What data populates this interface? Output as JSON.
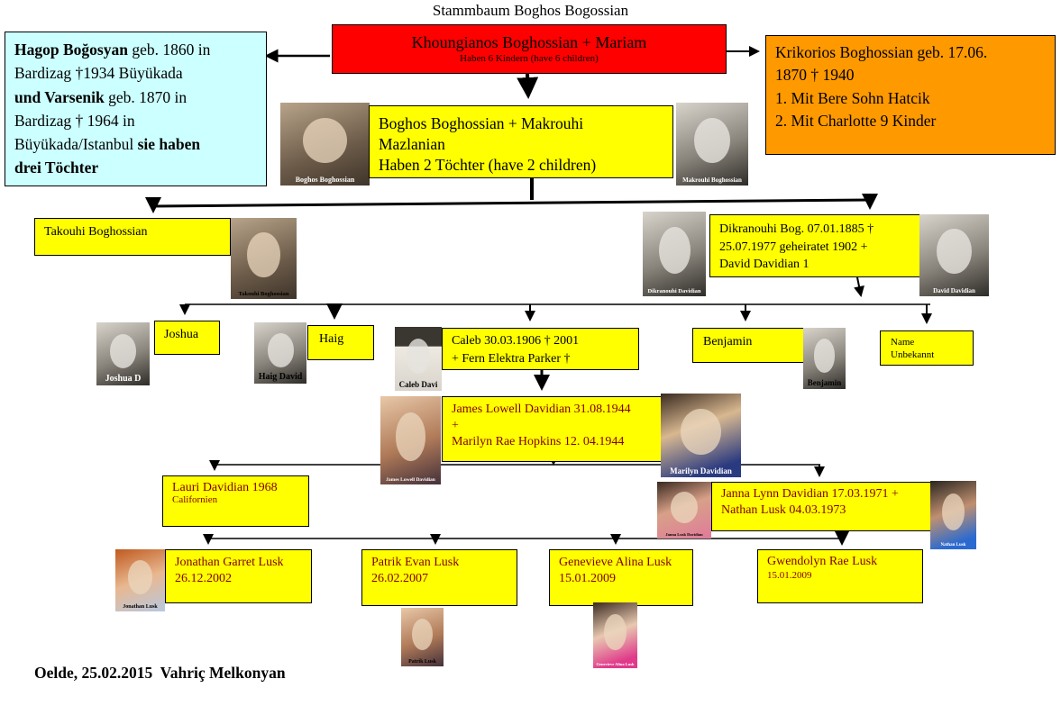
{
  "title": "Stammbaum Boghos Bogossian",
  "root": {
    "name": "Khoungianos Boghossian + Mariam",
    "note": "Haben 6 Kindern (have 6 children)"
  },
  "left_sibling": {
    "l1_bold": "Hagop Boğosyan",
    "l1": " geb. 1860 in",
    "l2": "Bardizag  †1934 Büyükada",
    "l3_bold": "und Varsenik",
    "l3": " geb. 1870 in",
    "l4": "Bardizag † 1964 in",
    "l5": "Büyükada/Istanbul ",
    "l5_bold": "sie haben",
    "l6_bold": "drei Töchter"
  },
  "right_sibling": {
    "l1": "Krikorios Boghossian geb. 17.06.",
    "l2": "1870  † 1940",
    "l3": "1. Mit Bere Sohn Hatcik",
    "l4": "2. Mit Charlotte  9 Kinder"
  },
  "boghos": {
    "l1": "Boghos Boghossian + Makrouhi",
    "l2": "Mazlanian",
    "l3": "Haben 2 Töchter (have 2 children)"
  },
  "takouhi": {
    "name": "Takouhi Boghossian"
  },
  "dikranouhi": {
    "l1": "Dikranouhi Bog. 07.01.1885 †",
    "l2": "25.07.1977 geheiratet  1902 +",
    "l3": "David Davidian 1"
  },
  "children_gen3": {
    "joshua": "Joshua",
    "haig": "Haig",
    "caleb_l1": "Caleb 30.03.1906 † 2001",
    "caleb_l2": "+ Fern Elektra Parker †",
    "benjamin": "Benjamin",
    "unknown_l1": "Name",
    "unknown_l2": "Unbekannt"
  },
  "james": {
    "l1": "James Lowell Davidian 31.08.1944",
    "l2": "+",
    "l3": "Marilyn Rae Hopkins 12. 04.1944"
  },
  "lauri": {
    "l1": "Lauri Davidian 1968",
    "l2": "Californien"
  },
  "janna": {
    "l1": "Janna Lynn Davidian 17.03.1971 +",
    "l2": "Nathan Lusk 04.03.1973"
  },
  "grandchildren": [
    {
      "name": "Jonathan Garret Lusk",
      "date": "26.12.2002"
    },
    {
      "name": "Patrik Evan Lusk",
      "date": "26.02.2007"
    },
    {
      "name": "Genevieve Alina Lusk",
      "date": "15.01.2009"
    },
    {
      "name": "Gwendolyn Rae Lusk",
      "date": "15.01.2009"
    }
  ],
  "photo_captions": {
    "boghos": "Boghos Boghossian",
    "makrouhi": "Makrouhi  Boghossian",
    "takouhi": "Takouhi Boghossian",
    "dikranouhi": "Dikranouhi Davidian",
    "david": "David Davidian",
    "joshua": "Joshua D",
    "haig": "Haig David",
    "caleb": "Caleb Davi",
    "benjamin": "Benjamin",
    "james": "James Lowell Davidian",
    "marilyn": "Marilyn Davidian",
    "janna": "Janna Lusk Davidian",
    "nathan": "Nathan Lusk",
    "jonathan": "Jonathan Lusk",
    "patrik": "Patrik Lusk",
    "genevieve": "Genevieve Alina Lusk"
  },
  "footer": "Oelde, 25.02.2015  Vahriç Melkonyan",
  "colors": {
    "root": "#ff0000",
    "cyan": "#ccffff",
    "orange": "#ff9900",
    "yellow": "#ffff00",
    "maroon": "#800000"
  }
}
